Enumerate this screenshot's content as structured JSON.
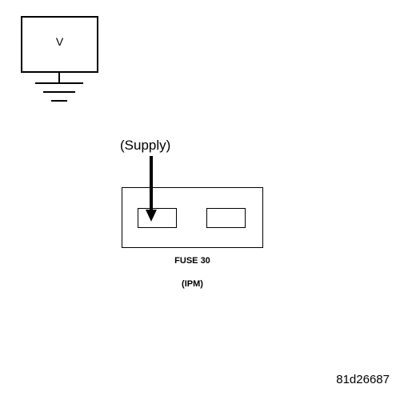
{
  "meter": {
    "label": "V"
  },
  "supply_label": "(Supply)",
  "fuse": {
    "name": "FUSE 30",
    "location": "(IPM)"
  },
  "figure_code": "81d26687",
  "colors": {
    "line": "#000000",
    "background": "#ffffff"
  },
  "icons": {
    "ground": "ground-symbol-icon",
    "arrow": "down-arrow-icon"
  }
}
